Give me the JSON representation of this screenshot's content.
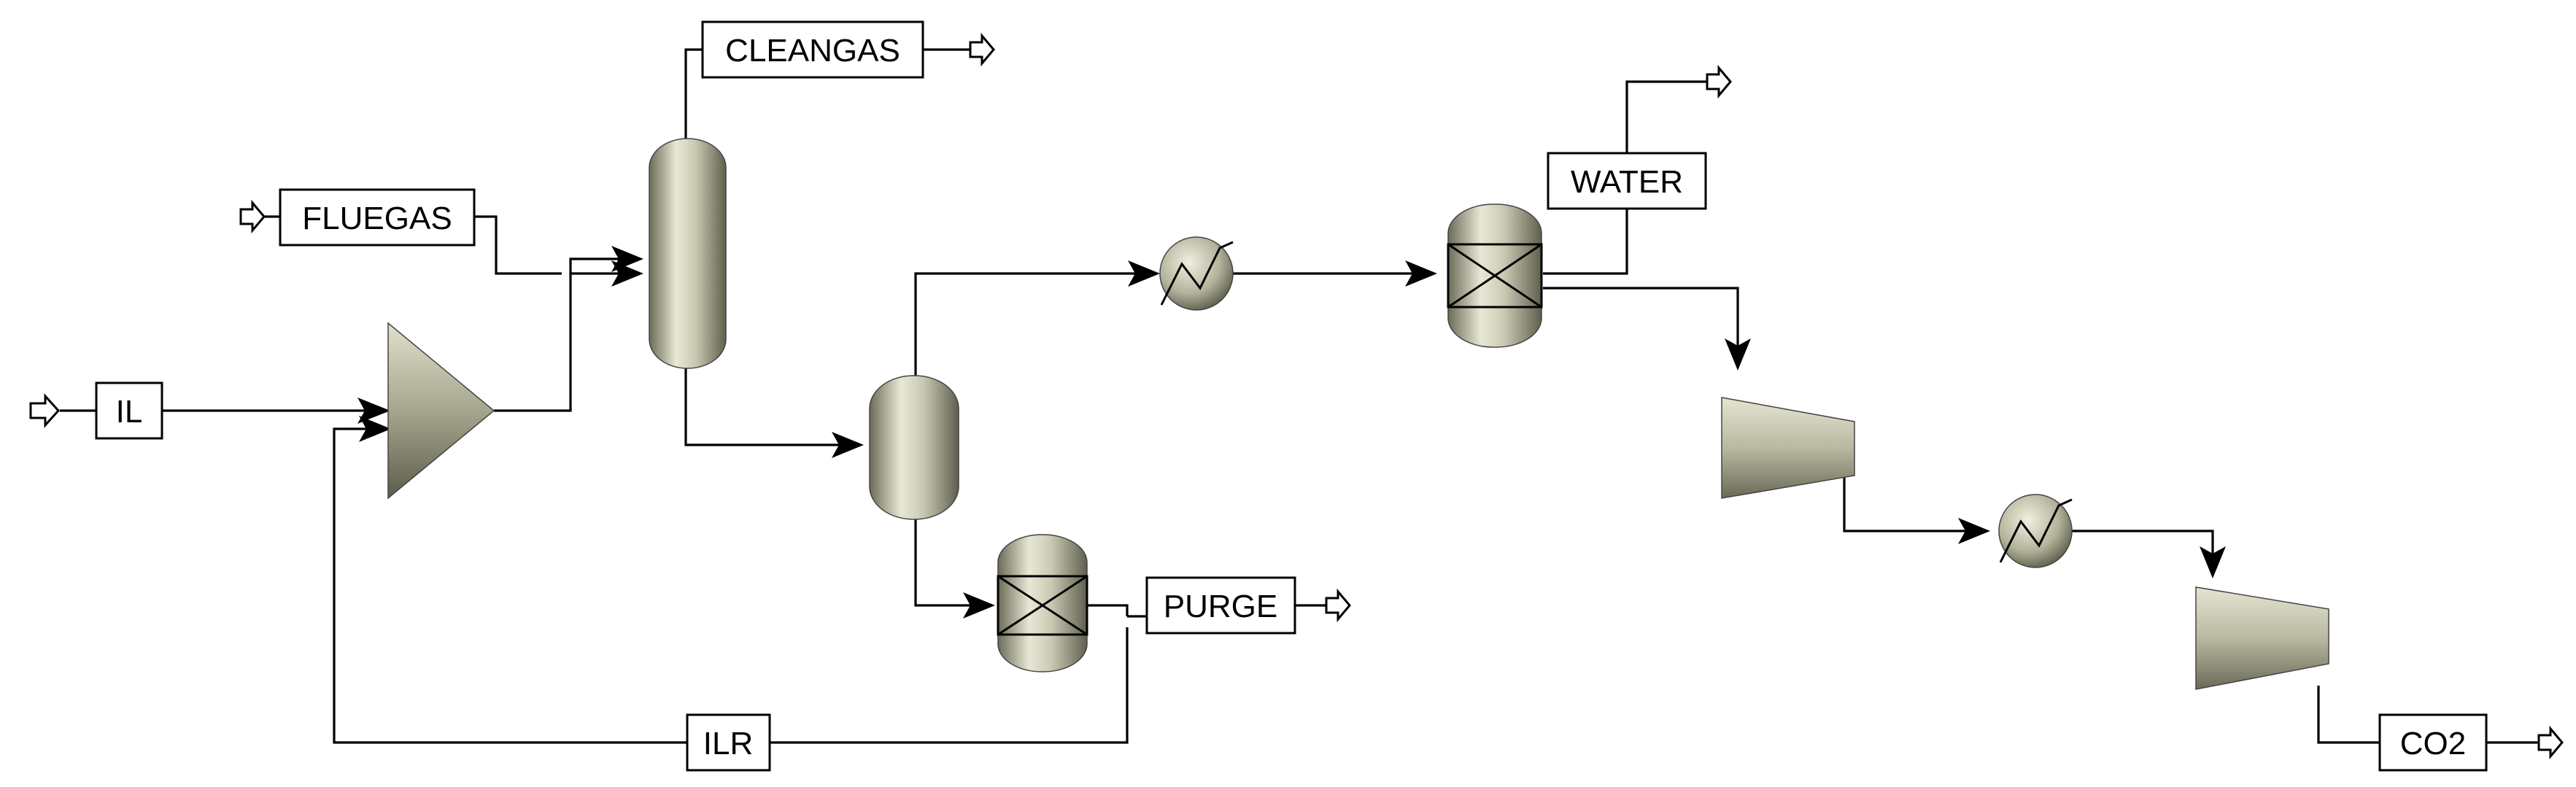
{
  "stream_labels": {
    "il": "IL",
    "fluegas": "FLUEGAS",
    "cleangas": "CLEANGAS",
    "water": "WATER",
    "purge": "PURGE",
    "ilr": "ILR",
    "co2": "CO2"
  },
  "colors": {
    "equipment_light": "#e6e6d4",
    "equipment_mid": "#a9a992",
    "equipment_dark": "#5a5a4a",
    "line": "#000000",
    "background": "#ffffff"
  },
  "icons": {
    "mixer": "mixer-triangle-icon",
    "absorber": "column-icon",
    "flash": "flash-drum-icon",
    "reactor": "reactor-icon",
    "heater": "heat-exchanger-icon",
    "compressor": "compressor-icon"
  }
}
